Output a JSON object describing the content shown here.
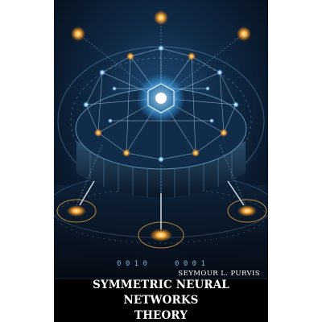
{
  "book": {
    "author": "SEYMOUR L. PURVIS",
    "title": "SYMMETRIC NEURAL NETWORKS\nTHEORY",
    "cover_art": {
      "binary_digits_left": "0 0 1 0",
      "binary_digits_right": "0 0 0 1",
      "colors": {
        "background": "#0b1626",
        "network_glow": "#9fd8ff",
        "orange_node": "#ffb347",
        "title_band": "#000000",
        "text": "#ffffff"
      }
    }
  }
}
